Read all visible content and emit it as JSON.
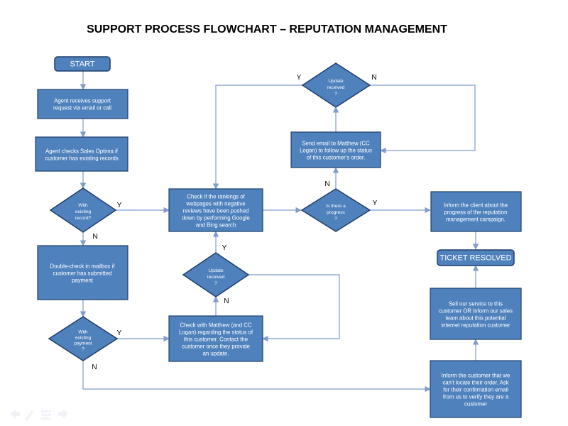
{
  "title": "SUPPORT PROCESS FLOWCHART – REPUTATION MANAGEMENT",
  "colors": {
    "shape_fill": "#4f81bd",
    "shape_border": "#1f3f6a",
    "connector": "#7f9ccc"
  },
  "nodes": {
    "start": {
      "lines": [
        "START"
      ]
    },
    "receive": {
      "lines": [
        "Agent receives support",
        "request via email or call"
      ]
    },
    "check_sales": {
      "lines": [
        "Agent checks Sales Optima if",
        "customer has existing records"
      ]
    },
    "existing_record": {
      "lines": [
        "With",
        "existing",
        "record?"
      ]
    },
    "double_check": {
      "lines": [
        "Double-check in mailbox if",
        "customer has submitted",
        "payment"
      ]
    },
    "existing_payment": {
      "lines": [
        "With",
        "existing",
        "payment",
        "?"
      ]
    },
    "check_rankings": {
      "lines": [
        "Check if the rankings of",
        "webpages with negative",
        "reviews have been pushed",
        "down by performing Google",
        "and Bing search"
      ]
    },
    "update_received_low": {
      "lines": [
        "Update",
        "received",
        "?"
      ]
    },
    "check_matthew": {
      "lines": [
        "Check with Matthew (and CC",
        "Logan) regarding the status of",
        "this customer. Contact the",
        "customer once they provide",
        "an update."
      ]
    },
    "is_progress": {
      "lines": [
        "Is there a",
        "progress",
        "?"
      ]
    },
    "send_email": {
      "lines": [
        "Send email to Matthew (CC",
        "Logan)  to follow up the status",
        "of this customer's order."
      ]
    },
    "update_received_top": {
      "lines": [
        "Update",
        "received",
        "?"
      ]
    },
    "inform_progress": {
      "lines": [
        "Inform the client about the",
        "progress of the reputation",
        "management campaign."
      ]
    },
    "ticket_resolved": {
      "lines": [
        "TICKET RESOLVED"
      ]
    },
    "sell_service": {
      "lines": [
        "Sell our service to this",
        "customer OR Inform our sales",
        "team about this potential",
        "internet reputation customer"
      ]
    },
    "cant_locate": {
      "lines": [
        "Inform the customer that we",
        "can't locate their order. Ask",
        "for their confirmation email",
        "from us to verify they are a",
        "customer"
      ]
    }
  },
  "edge_labels": {
    "record_yes": "Y",
    "record_no": "N",
    "payment_yes": "Y",
    "payment_no": "N",
    "update_low_yes": "Y",
    "update_low_no": "N",
    "progress_yes": "Y",
    "progress_no": "N",
    "update_top_yes": "Y",
    "update_top_no": "N"
  },
  "slide_controls": [
    "prev-icon",
    "pen-icon",
    "menu-icon",
    "next-icon"
  ]
}
